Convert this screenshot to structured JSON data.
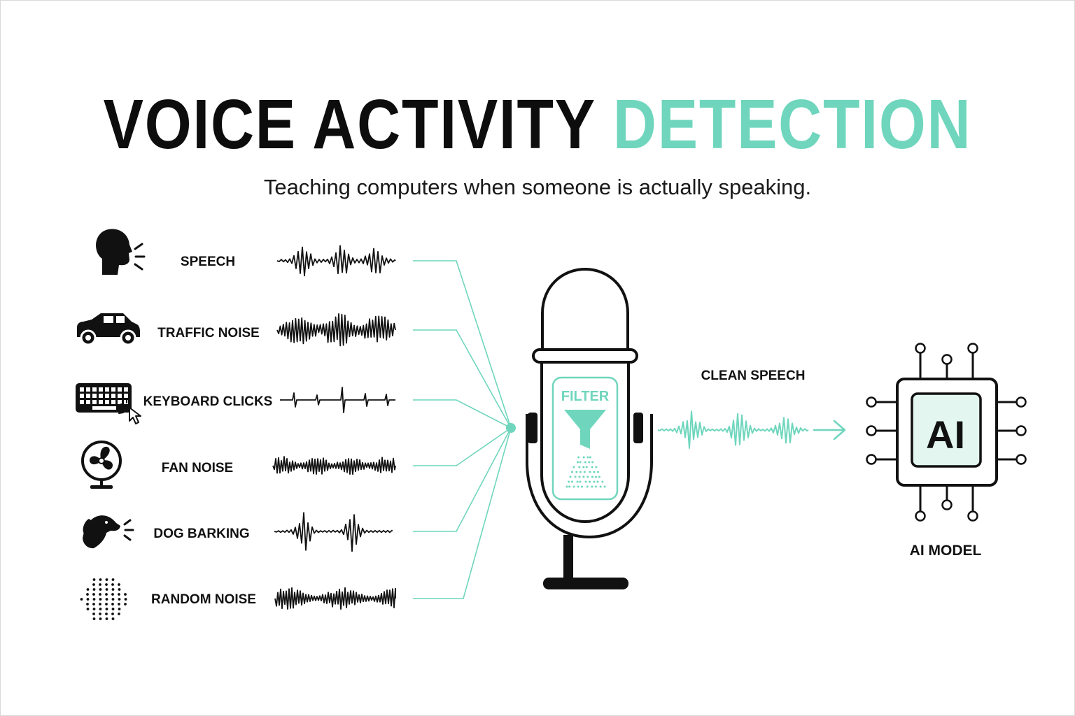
{
  "header": {
    "title_main": "VOICE ACTIVITY",
    "title_accent": "DETECTION",
    "subtitle": "Teaching computers when someone is actually speaking."
  },
  "sources": [
    {
      "label": "SPEECH",
      "icon": "speaking-head-icon"
    },
    {
      "label": "TRAFFIC NOISE",
      "icon": "car-icon"
    },
    {
      "label": "KEYBOARD CLICKS",
      "icon": "keyboard-icon"
    },
    {
      "label": "FAN NOISE",
      "icon": "fan-icon"
    },
    {
      "label": "DOG BARKING",
      "icon": "dog-icon"
    },
    {
      "label": "RANDOM NOISE",
      "icon": "noise-dots-icon"
    }
  ],
  "microphone": {
    "filter_label": "FILTER",
    "icon": "microphone-icon"
  },
  "output": {
    "label": "CLEAN SPEECH"
  },
  "model": {
    "chip_text": "AI",
    "label": "AI MODEL",
    "icon": "ai-chip-icon"
  },
  "colors": {
    "accent": "#6fd6bd",
    "ink": "#111111",
    "chip_fill": "#e3f6f0"
  }
}
